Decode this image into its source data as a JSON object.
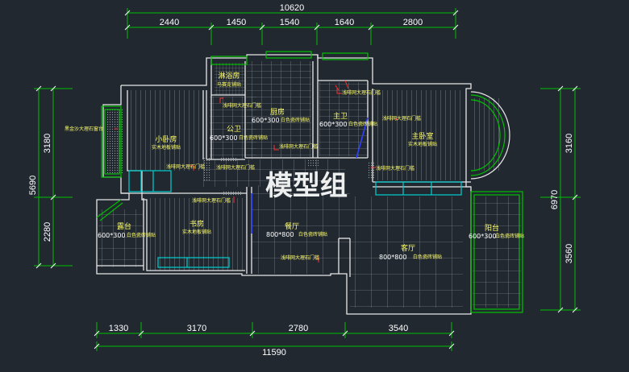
{
  "watermark": "模型组",
  "dimensions": {
    "top_total": "10620",
    "top": [
      "2440",
      "1450",
      "1540",
      "1640",
      "2800"
    ],
    "bottom_total": "11590",
    "bottom": [
      "1330",
      "3170",
      "2780",
      "3540"
    ],
    "left_total": "5690",
    "left": [
      "3180",
      "2280"
    ],
    "right_total": "6970",
    "right": [
      "3160",
      "3560"
    ]
  },
  "rooms": {
    "bathroom": {
      "name": "淋浴房",
      "spec": "马赛克铺贴"
    },
    "toilet": {
      "name": "公卫",
      "spec": "600*300",
      "spec_note": "白色瓷砖铺贴"
    },
    "kitchen": {
      "name": "厨房",
      "spec": "600*300",
      "spec_note": "白色瓷砖铺贴"
    },
    "master_bath": {
      "name": "主卫",
      "spec": "600*300",
      "spec_note": "白色瓷砖铺贴"
    },
    "master_bedroom": {
      "name": "主卧室",
      "spec": "实木地板铺贴"
    },
    "small_bedroom": {
      "name": "小卧房",
      "spec": "实木地板铺贴"
    },
    "terrace": {
      "name": "露台",
      "spec": "600*300",
      "spec_note": "白色瓷砖铺贴"
    },
    "study": {
      "name": "书房",
      "spec": "实木地板铺贴"
    },
    "dining": {
      "name": "餐厅",
      "spec": "800*800",
      "spec_note": "白色瓷砖铺贴"
    },
    "living": {
      "name": "客厅",
      "spec": "800*800",
      "spec_note": "白色瓷砖铺贴"
    },
    "balcony": {
      "name": "阳台",
      "spec": "600*300",
      "spec_note": "白色瓷砖铺贴"
    }
  },
  "notes": {
    "door_sill": "浅啡网大理石门槛",
    "window_sill": "黑金沙大理石窗台",
    "window_sill_2": "浅啡网大理石窗台"
  },
  "colors": {
    "background": "#212830",
    "wall": "#ffffff",
    "dimension": "#00c000",
    "label": "#ffff66",
    "marker": "#ff3030",
    "glass": "#00d0d0",
    "door": "#3040ff"
  }
}
